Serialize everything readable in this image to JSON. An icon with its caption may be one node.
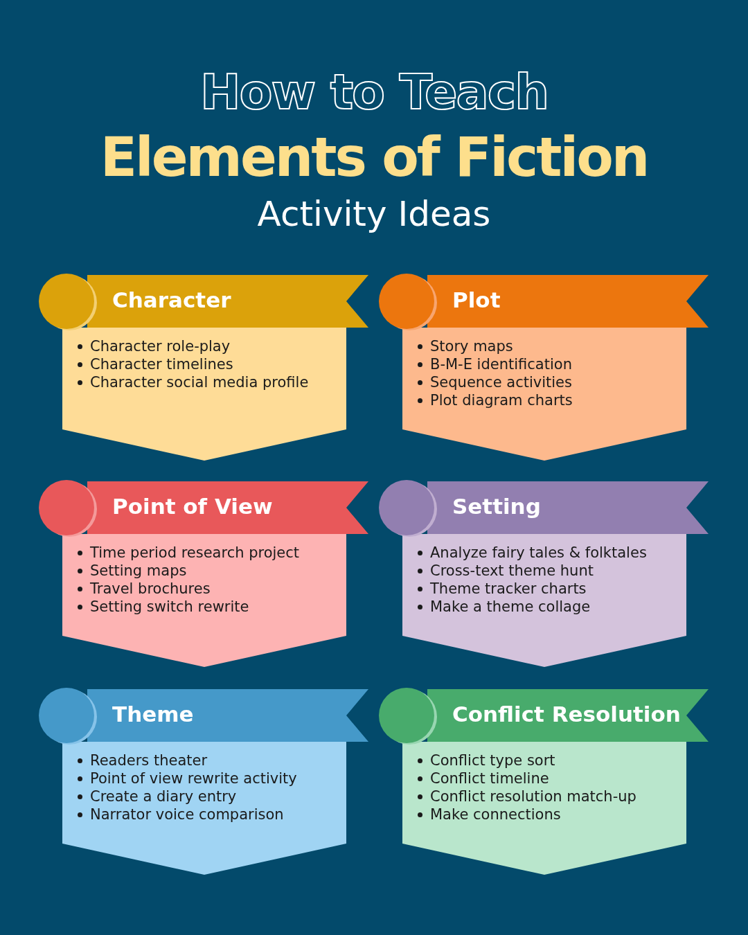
{
  "diagram": {
    "title": "How to Teach",
    "nodes": [
      {
        "text": [
          "Character",
          "Character role-play",
          "Character timelines",
          "Character social media profile"
        ]
      },
      {
        "text": [
          "Plot",
          "Story maps",
          "B-M-E identification",
          "Sequence activities",
          "Plot diagram charts"
        ]
      },
      {
        "text": [
          "Point of View",
          "Time period research project",
          "Setting maps",
          "Travel brochures",
          "Setting switch rewrite"
        ]
      },
      {
        "text": [
          "Setting",
          "Analyze fairy tales & folktales",
          "Cross-text theme hunt",
          "Theme tracker charts",
          "Make a theme collage"
        ]
      },
      {
        "text": [
          "Theme",
          "Readers theater",
          "Point of view rewrite activity",
          "Create a diary entry",
          "Narrator voice comparison"
        ]
      },
      {
        "text": [
          "Conflict Resolution",
          "Conflict type sort",
          "Conflict timeline",
          "Conflict resolution match-up",
          "Make connections"
        ]
      }
    ],
    "labels": [
      "Elements of Fiction",
      "Activity Ideas"
    ]
  }
}
